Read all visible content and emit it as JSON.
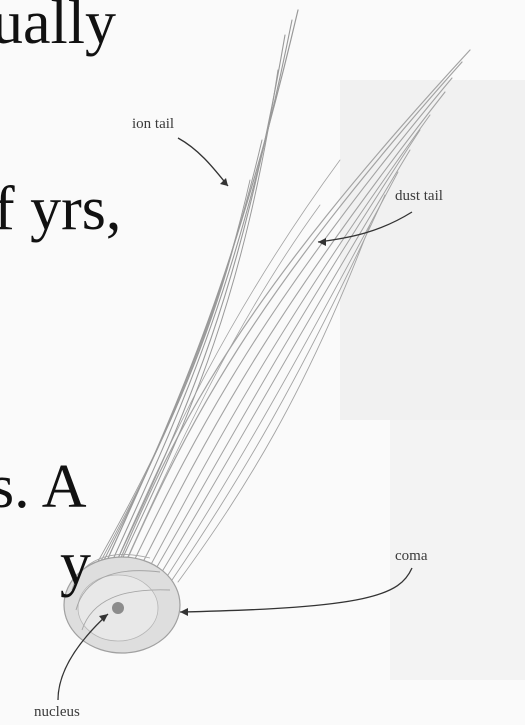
{
  "text_fragments": [
    "ually",
    "f yrs,",
    "s. A",
    "y"
  ],
  "labels": {
    "ion_tail": "ion tail",
    "dust_tail": "dust tail",
    "coma": "coma",
    "nucleus": "nucleus"
  },
  "colors": {
    "comet_stroke": "#9a9a9a",
    "coma_fill": "#d8d8d8",
    "nucleus_fill": "#8c8c8c",
    "label_text": "#3a3a3a",
    "body_text": "#111111"
  }
}
